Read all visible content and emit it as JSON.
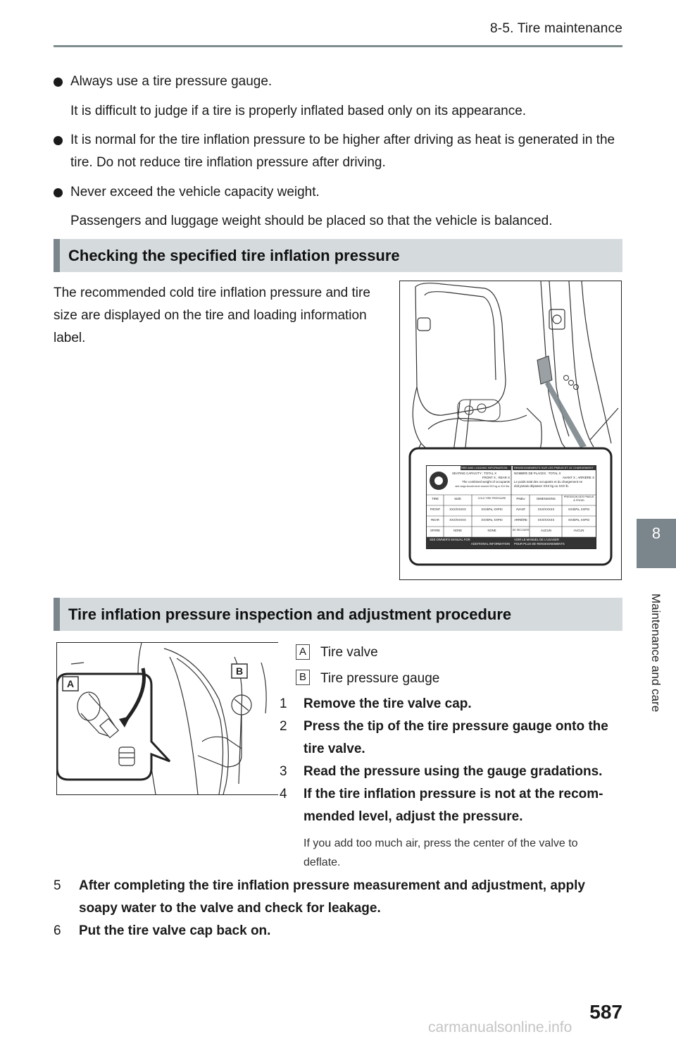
{
  "header": {
    "section_title": "8-5. Tire maintenance"
  },
  "bullets": [
    {
      "text": "Always use a tire pressure gauge."
    },
    {
      "text": "It is normal for the tire inflation pressure to be higher after driving as heat is generated in the tire. Do not reduce tire inflation pressure after driving."
    },
    {
      "text": "Never exceed the vehicle capacity weight."
    }
  ],
  "bullet_notes": [
    "It is difficult to judge if a tire is properly inflated based only on its appearance.",
    "Passengers and luggage weight should be placed so that the vehicle is balanced."
  ],
  "section1": {
    "title": "Checking the specified tire inflation pressure",
    "body": "The recommended cold tire inflation pressure and tire size are displayed on the tire and loading information label."
  },
  "label": {
    "en_title": "TIRE AND LOADING INFORMATION",
    "fr_title": "RENSEIGNEMENTS SUR LES PNEUS ET LE CHARGEMENT",
    "en_capacity": "SEATING CAPACITY : TOTAL X",
    "en_front_rear": "FRONT X ; REAR X",
    "en_weight1": "The combined weight of occupants",
    "en_weight2": "and cargo should never exceed XXX kg or XXX lbs.",
    "fr_capacity": "NOMBRE DE PLACES : TOTAL X",
    "fr_front_rear": "AVANT X ; ARRIÈRE X",
    "fr_weight1": "Le poids total des occupants et du chargement ne",
    "fr_weight2": "doit jamais dépasser XXX kg ou XXX lb.",
    "en_headers": [
      "TIRE",
      "SIZE",
      "COLD TIRE PRESSURE"
    ],
    "fr_headers": [
      "PNEU",
      "DIMENSIONS",
      "PRESSION DES PNEUS À FROID"
    ],
    "en_rows": [
      [
        "FRONT",
        "XXX/XXXXX",
        "XXXkPa, XXPSI"
      ],
      [
        "REAR",
        "XXX/XXXXX",
        "XXXkPa, XXPSI"
      ],
      [
        "SPARE",
        "NONE",
        "NONE"
      ]
    ],
    "fr_rows": [
      [
        "AVANT",
        "XXX/XXXXX",
        "XXXkPa, XXPSI"
      ],
      [
        "ARRIÈRE",
        "XXX/XXXXX",
        "XXXkPa, XXPSI"
      ],
      [
        "DE SECOURS",
        "AUCUN",
        "AUCUN"
      ]
    ],
    "en_footer": [
      "SEE OWNER'S MANUAL FOR",
      "ADDITIONAL INFORMATION"
    ],
    "fr_footer": [
      "VOIR LE MANUEL DE L'USAGER",
      "POUR PLUS DE RENSEIGNEMENTS"
    ]
  },
  "section2": {
    "title": "Tire inflation pressure inspection and adjustment procedure"
  },
  "legend": [
    {
      "key": "A",
      "label": "Tire valve"
    },
    {
      "key": "B",
      "label": "Tire pressure gauge"
    }
  ],
  "steps": [
    {
      "num": "1",
      "text": "Remove the tire valve cap."
    },
    {
      "num": "2",
      "text": "Press the tip of the tire pressure gauge onto the tire valve."
    },
    {
      "num": "3",
      "text": "Read the pressure using the gauge gradations."
    },
    {
      "num": "4",
      "text": "If the tire inflation pressure is not at the recom-mended level, adjust the pressure."
    },
    {
      "num": "5",
      "text": "After completing the tire inflation pressure measurement and adjustment, apply soapy water to the valve and check for leakage."
    },
    {
      "num": "6",
      "text": "Put the tire valve cap back on."
    }
  ],
  "step4_note": "If you add too much air, press the center of the valve to deflate.",
  "side_tab": {
    "chapter": "8",
    "title": "Maintenance and care"
  },
  "page_number": "587",
  "watermark": "carmanualsonline.info"
}
